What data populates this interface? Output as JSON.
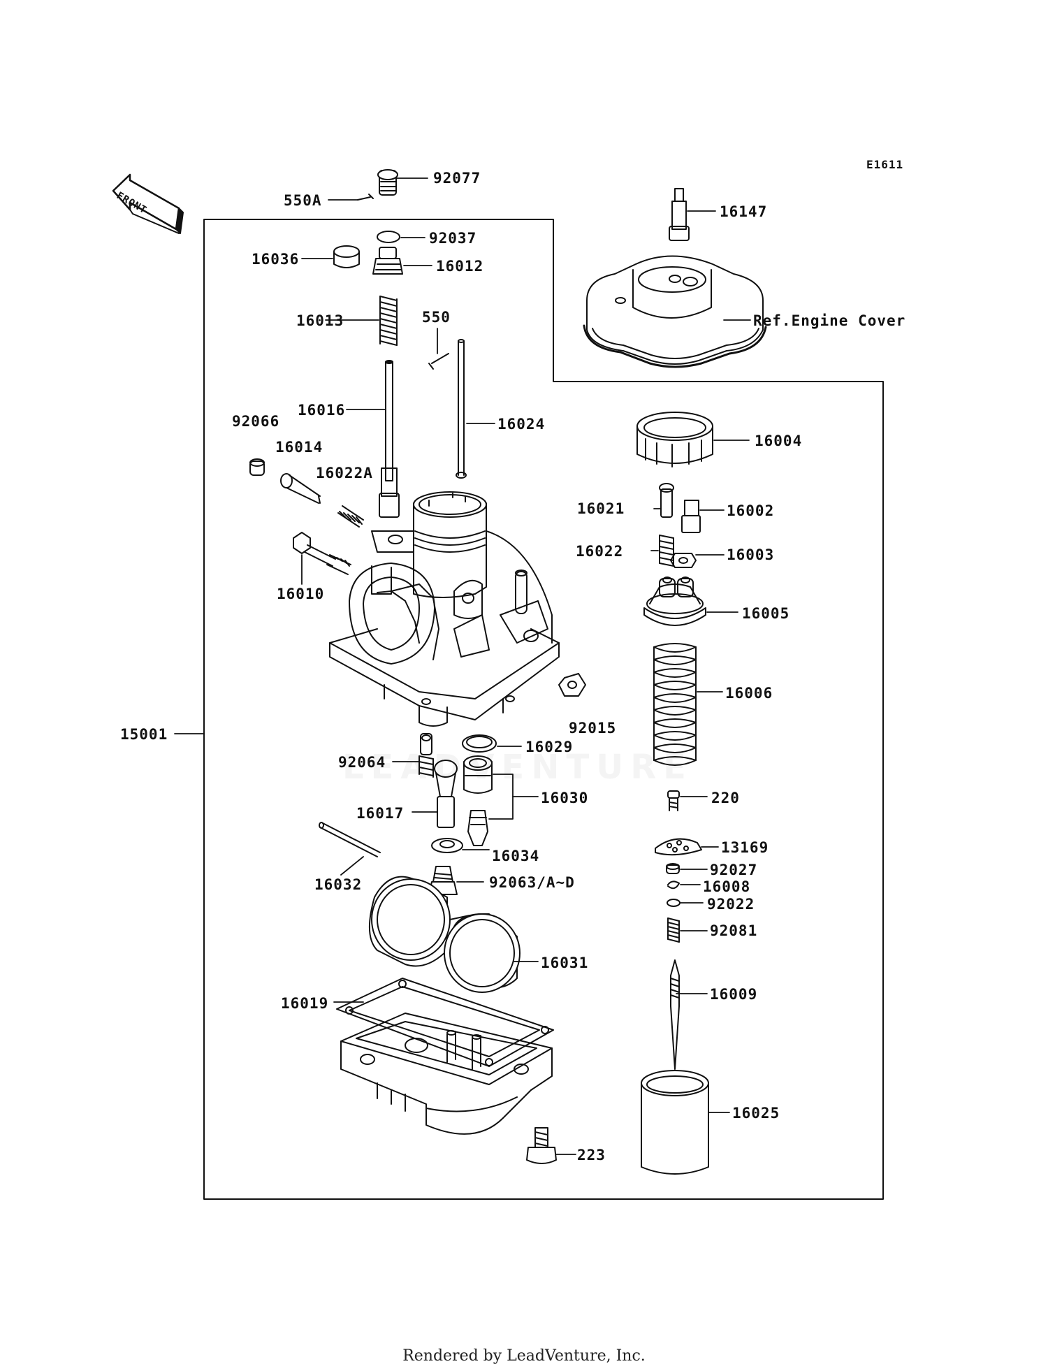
{
  "diagram": {
    "code": "E1611",
    "front_label": "FRONT",
    "watermark": "LEADVENTURE",
    "parts": {
      "p92077": "92077",
      "p550A": "550A",
      "p16147": "16147",
      "p92037": "92037",
      "p16036": "16036",
      "p16012": "16012",
      "p16013": "16013",
      "p550": "550",
      "ref_engine_cover": "Ref.Engine Cover",
      "p16016": "16016",
      "p16024": "16024",
      "p92066": "92066",
      "p16004": "16004",
      "p16014": "16014",
      "p16022A": "16022A",
      "p16021": "16021",
      "p16002": "16002",
      "p16022": "16022",
      "p16003": "16003",
      "p16010": "16010",
      "p16005": "16005",
      "p16006": "16006",
      "p15001": "15001",
      "p92015": "92015",
      "p16029": "16029",
      "p92064": "92064",
      "p16030": "16030",
      "p220": "220",
      "p16017": "16017",
      "p16034": "16034",
      "p13169": "13169",
      "p92027": "92027",
      "p16032": "16032",
      "p92063": "92063/A~D",
      "p16008": "16008",
      "p92022": "92022",
      "p92081": "92081",
      "p16031": "16031",
      "p16009": "16009",
      "p16019": "16019",
      "p16025": "16025",
      "p223": "223"
    }
  },
  "footer": {
    "text": "Rendered by LeadVenture, Inc."
  }
}
